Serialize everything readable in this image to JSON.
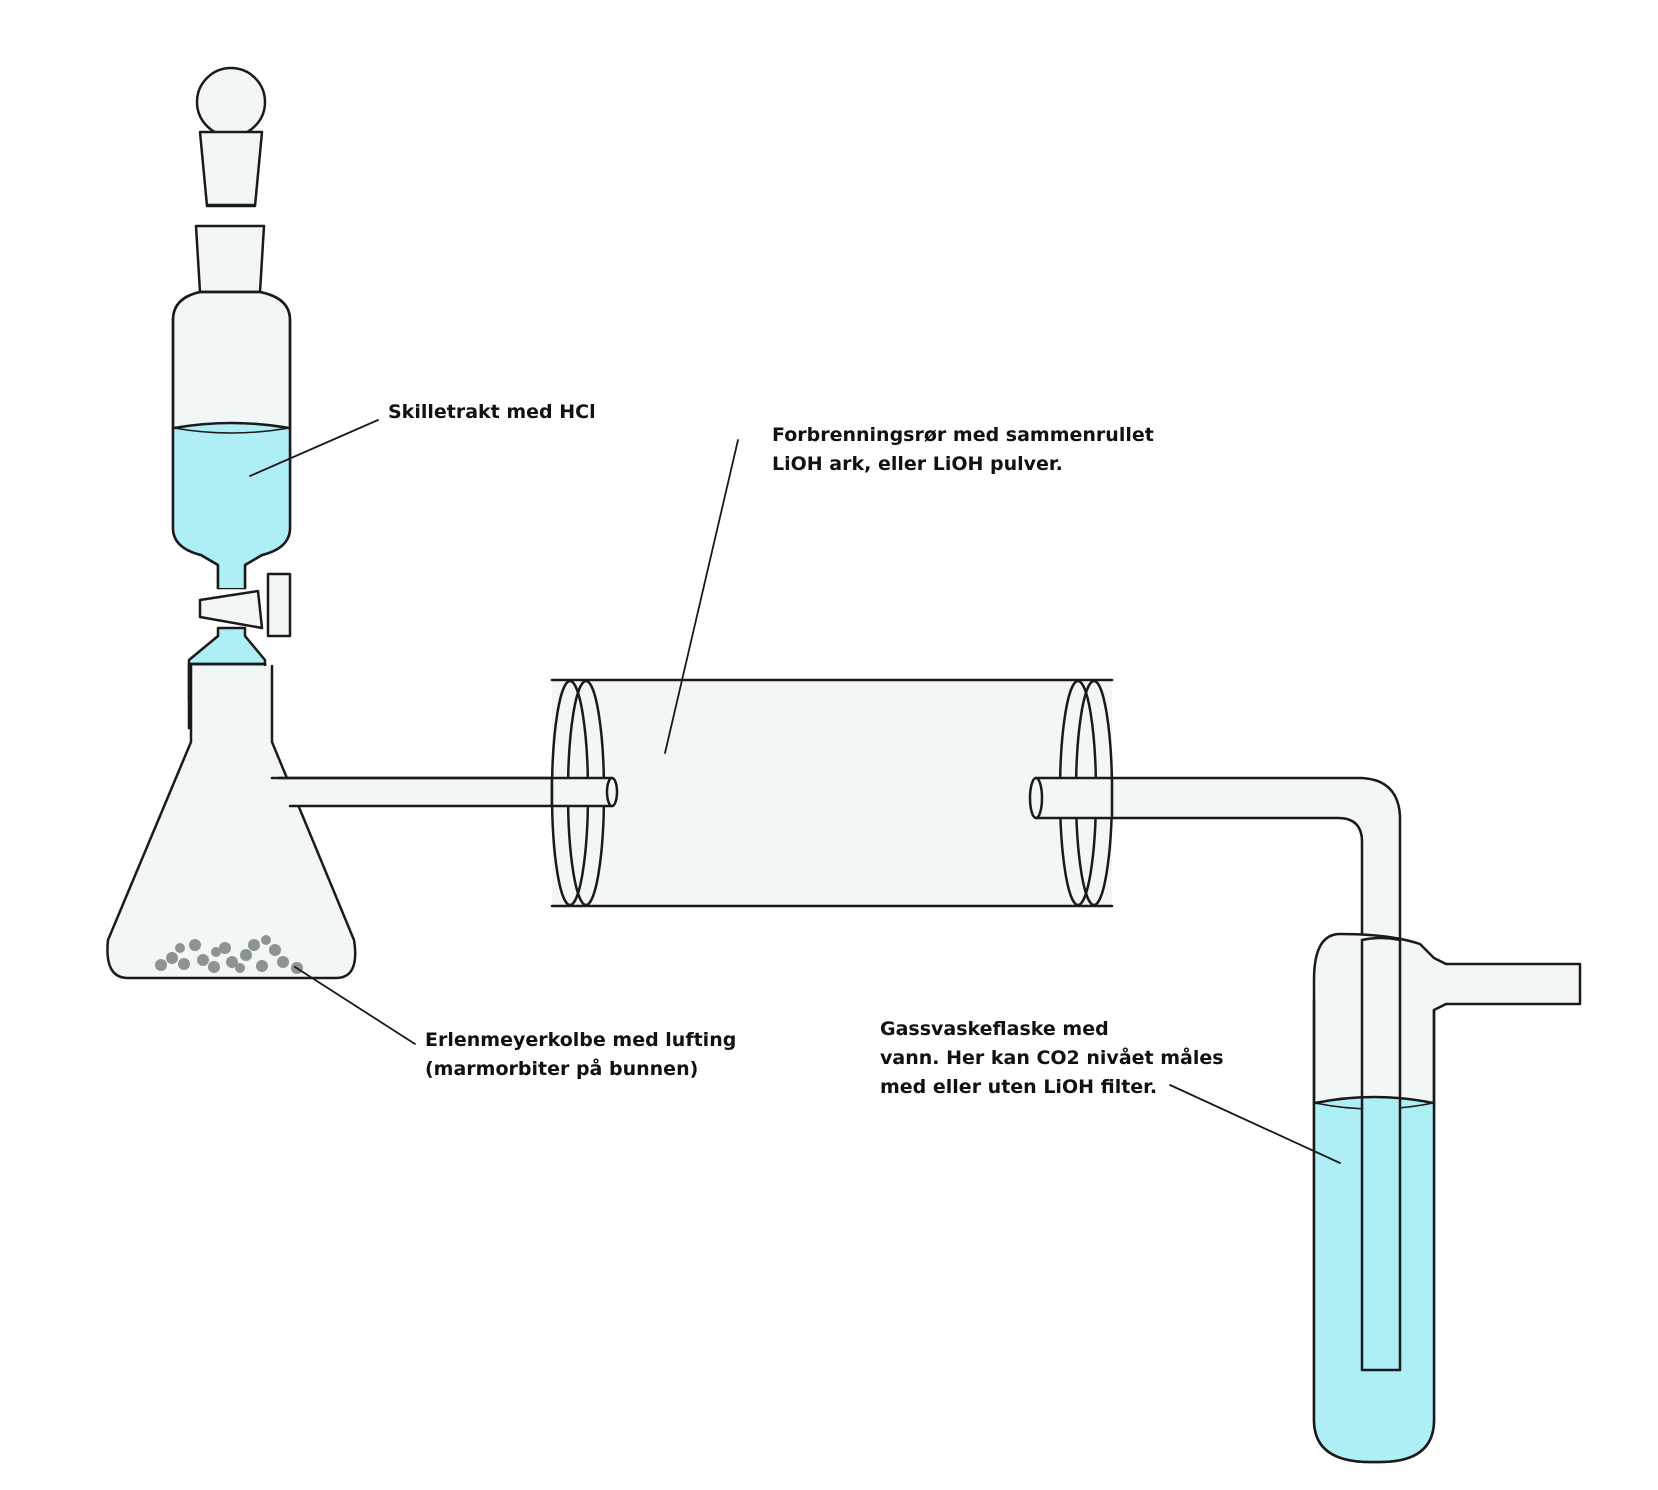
{
  "labels": {
    "funnel": "Skilletrakt med HCl",
    "tube": {
      "line1": "Forbrenningsrør med sammenrullet",
      "line2": "LiOH ark, eller LiOH pulver."
    },
    "flask": {
      "line1": "Erlenmeyerkolbe med lufting",
      "line2": "(marmorbiter på bunnen)"
    },
    "washer": {
      "line1": "Gassvaskeflaske med",
      "line2": "vann. Her kan CO2 nivået måles",
      "line3": "med eller uten LiOH filter."
    }
  },
  "colors": {
    "glass": "#f2f6f6",
    "liquid": "#aeeef5",
    "marble": "#8a9590",
    "stroke": "#1a1a1a"
  }
}
